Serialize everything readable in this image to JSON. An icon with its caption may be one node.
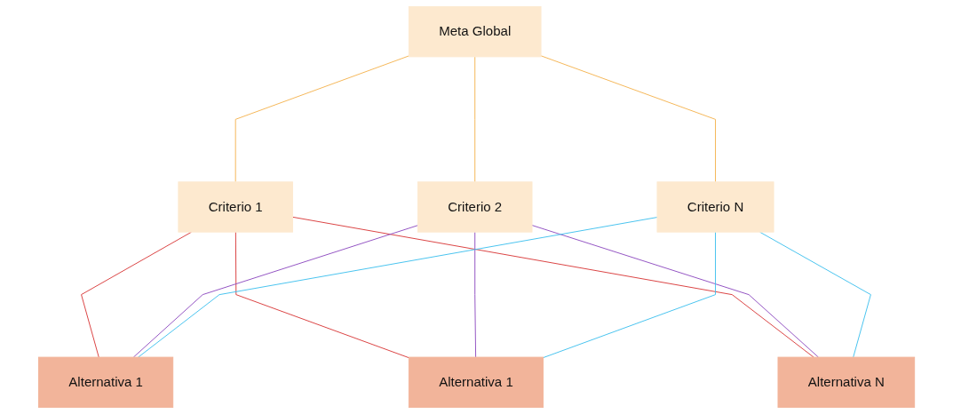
{
  "diagram": {
    "nodes": [
      {
        "text": [
          "Meta Global"
        ]
      },
      {
        "text": [
          "Criterio 1"
        ]
      },
      {
        "text": [
          "Criterio 2"
        ]
      },
      {
        "text": [
          "Criterio N"
        ]
      },
      {
        "text": [
          "Alternativa 1"
        ]
      },
      {
        "text": [
          "Alternativa 1"
        ]
      },
      {
        "text": [
          "Alternativa N"
        ]
      }
    ],
    "edges": [
      {
        "from": 0,
        "to": 1,
        "arrow": "none",
        "color": "#f4b350"
      },
      {
        "from": 0,
        "to": 2,
        "arrow": "none",
        "color": "#f4b350"
      },
      {
        "from": 0,
        "to": 3,
        "arrow": "none",
        "color": "#f4b350"
      },
      {
        "from": 1,
        "to": 4,
        "arrow": "none",
        "color": "#d93a3a"
      },
      {
        "from": 1,
        "to": 5,
        "arrow": "none",
        "color": "#d93a3a"
      },
      {
        "from": 1,
        "to": 6,
        "arrow": "none",
        "color": "#d93a3a"
      },
      {
        "from": 2,
        "to": 4,
        "arrow": "none",
        "color": "#8e4cc0"
      },
      {
        "from": 2,
        "to": 5,
        "arrow": "none",
        "color": "#8e4cc0"
      },
      {
        "from": 2,
        "to": 6,
        "arrow": "none",
        "color": "#8e4cc0"
      },
      {
        "from": 3,
        "to": 4,
        "arrow": "none",
        "color": "#3fc0ee"
      },
      {
        "from": 3,
        "to": 5,
        "arrow": "none",
        "color": "#3fc0ee"
      },
      {
        "from": 3,
        "to": 6,
        "arrow": "none",
        "color": "#3fc0ee"
      }
    ]
  }
}
